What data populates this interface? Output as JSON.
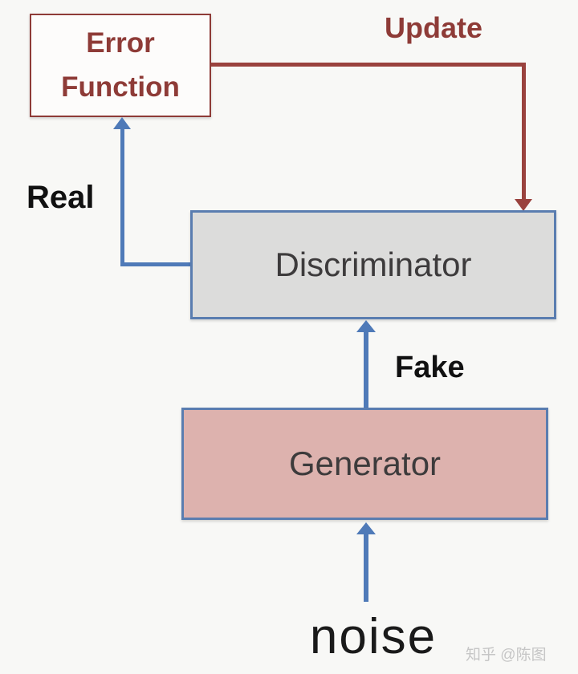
{
  "nodes": {
    "error_function": {
      "label": "Error Function"
    },
    "discriminator": {
      "label": "Discriminator"
    },
    "generator": {
      "label": "Generator"
    },
    "noise": {
      "label": "noise"
    }
  },
  "edges": {
    "update": {
      "label": "Update",
      "color": "#9a423e",
      "from": "error_function",
      "to": "discriminator"
    },
    "real": {
      "label": "Real",
      "color": "#4f7ab8",
      "from": "discriminator",
      "to": "error_function"
    },
    "fake": {
      "label": "Fake",
      "color": "#4f7ab8",
      "from": "generator",
      "to": "discriminator"
    },
    "noise_in": {
      "label": "",
      "color": "#4f7ab8",
      "from": "noise",
      "to": "generator"
    }
  },
  "watermark": {
    "text": "知乎 @陈图"
  },
  "colors": {
    "accent-red": "#9a423e",
    "accent-blue": "#4f7ab8",
    "error-border": "#8e3b37",
    "error-text": "#8e3b37",
    "disc-fill": "#dcdcdb",
    "node-border": "#5a7db0",
    "gen-fill": "#ddb2ae",
    "node-text": "#3d3b3c",
    "label-black": "#111111",
    "watermark-gray": "#c6c6c6",
    "background": "#f8f8f6"
  }
}
